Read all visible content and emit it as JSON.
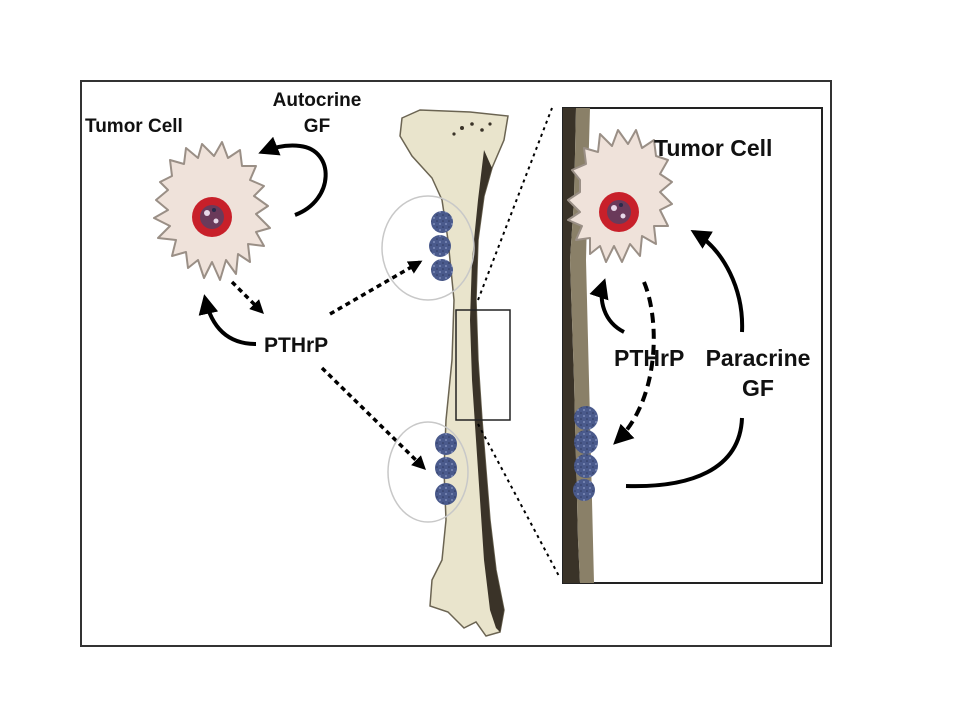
{
  "labels": {
    "left_tumor_cell": "Tumor Cell",
    "autocrine_line1": "Autocrine",
    "autocrine_line2": "GF",
    "left_pthrp": "PTHrP",
    "inset_tumor_cell": "Tumor Cell",
    "inset_pthrp": "PTHrP",
    "paracrine_line1": "Paracrine",
    "paracrine_line2": "GF"
  },
  "colors": {
    "cell_fill": "#efe2da",
    "cell_outline": "#9a8f86",
    "nucleus_fill": "#c8202a",
    "bone_fill": "#e9e4cc",
    "bone_shadow": "#3a3328",
    "osteoblast_fill": "#4a5a8c",
    "frame_stroke": "#333333",
    "arrow": "#000000"
  },
  "icons": {
    "cell": "tumor-cell-icon",
    "bone": "femur-bone-icon",
    "osteoblast": "osteoblast-cluster-icon"
  }
}
